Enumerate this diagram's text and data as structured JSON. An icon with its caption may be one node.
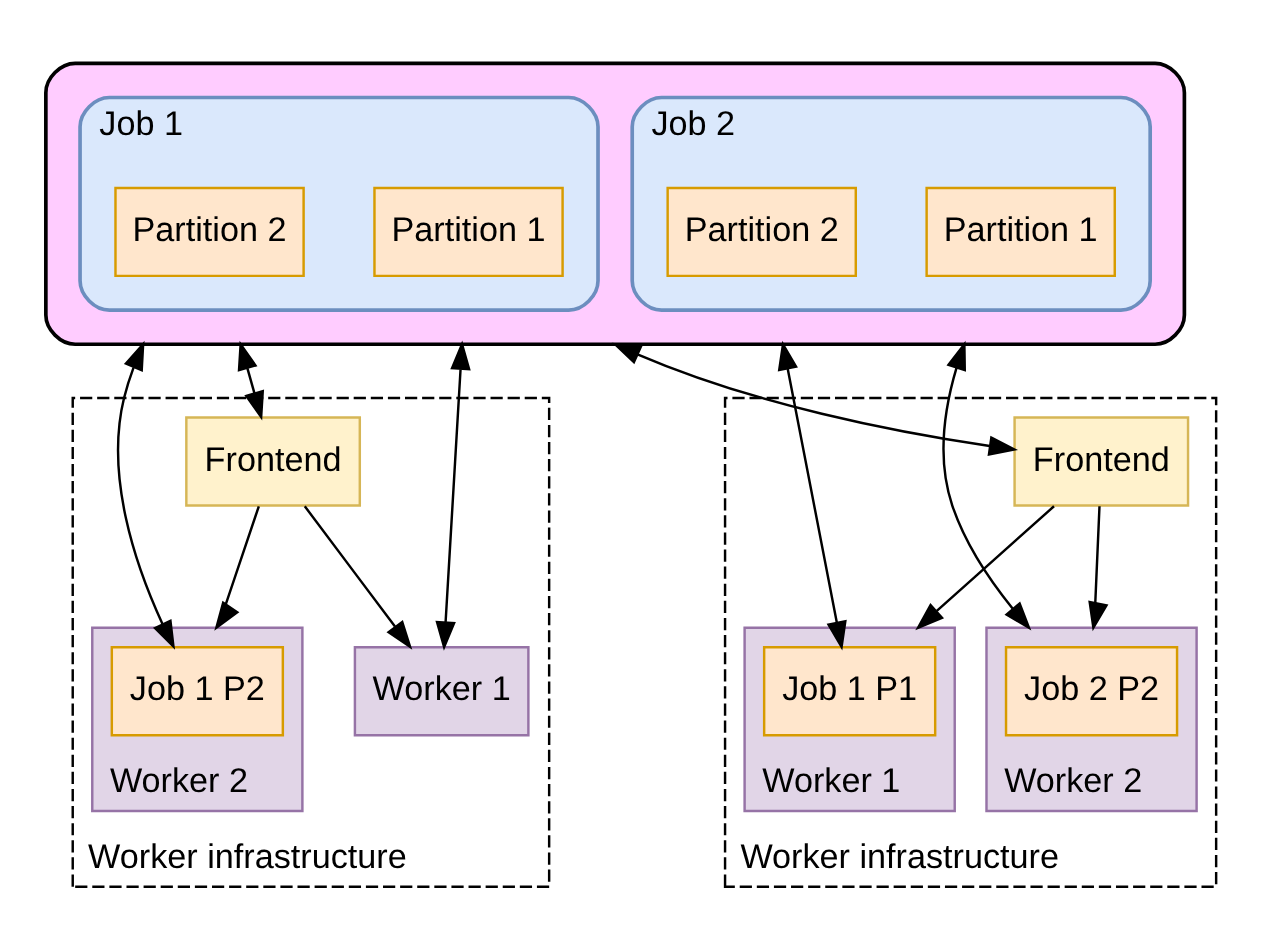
{
  "diagram": {
    "nodes": [
      {
        "text": [],
        "shape": "cloud"
      },
      {
        "text": [
          "Job 1"
        ],
        "in": 0
      },
      {
        "text": [
          "Partition 1"
        ],
        "in": 1
      },
      {
        "text": [
          "Partition 2"
        ],
        "in": 1
      },
      {
        "text": [
          "Job 2"
        ],
        "in": 0
      },
      {
        "text": [
          "Partition 1"
        ],
        "in": 4
      },
      {
        "text": [
          "Partition 2"
        ],
        "in": 4
      },
      {
        "text": [
          "Worker infrastructure"
        ]
      },
      {
        "text": [
          "Frontend"
        ],
        "in": 7
      },
      {
        "text": [
          "Worker 1"
        ],
        "in": 7
      },
      {
        "text": [
          "Job 1 P1"
        ],
        "in": 9
      },
      {
        "text": [
          "Worker 2"
        ],
        "in": 7
      },
      {
        "text": [
          "Job 2 P2"
        ],
        "in": 11
      },
      {
        "text": [
          "Worker infrastructure"
        ]
      },
      {
        "text": [
          "Frontend"
        ],
        "in": 13
      },
      {
        "text": [
          "Worker 1"
        ],
        "in": 13
      },
      {
        "text": [
          "Worker 2"
        ],
        "in": 13
      },
      {
        "text": [
          "Job 1 P2"
        ],
        "in": 16
      }
    ],
    "edges": [
      {
        "from": 0,
        "to": 8,
        "arrow": "both"
      },
      {
        "from": 0,
        "to": 14,
        "arrow": "both"
      },
      {
        "from": 8,
        "to": 9,
        "arrow": "to"
      },
      {
        "from": 8,
        "to": 11,
        "arrow": "to"
      },
      {
        "from": 14,
        "to": 15,
        "arrow": "to"
      },
      {
        "from": 14,
        "to": 16,
        "arrow": "to"
      },
      {
        "from": 0,
        "to": 11,
        "arrow": "both"
      },
      {
        "from": 0,
        "to": 10,
        "arrow": "both"
      },
      {
        "from": 0,
        "to": 15,
        "arrow": "both"
      },
      {
        "from": 0,
        "to": 17,
        "arrow": "both"
      }
    ]
  }
}
